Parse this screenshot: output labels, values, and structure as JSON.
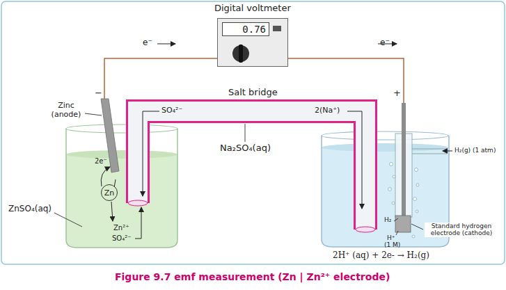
{
  "diagram": {
    "caption": "Figure 9.7 emf measurement (Zn | Zn²⁺ electrode)",
    "nodes": [
      {
        "text": [
          "Digital voltmeter",
          "0.76"
        ]
      },
      {
        "text": [
          "Zn"
        ]
      }
    ],
    "labels": [
      "e⁻",
      "e⁻",
      "−",
      "+",
      "Salt bridge",
      "SO₄²⁻",
      "2(Na⁺)",
      "Na₂SO₄(aq)",
      "Zinc (anode)",
      "2e⁻",
      "Zn²⁺",
      "SO₄²⁻",
      "ZnSO₄(aq)",
      "H₂(g) (1 atm)",
      "H₂",
      "H⁺",
      "(1 M)",
      "Standard hydrogen electrode (cathode)",
      "2H⁺ (aq) + 2e- → H₂(g)"
    ]
  }
}
